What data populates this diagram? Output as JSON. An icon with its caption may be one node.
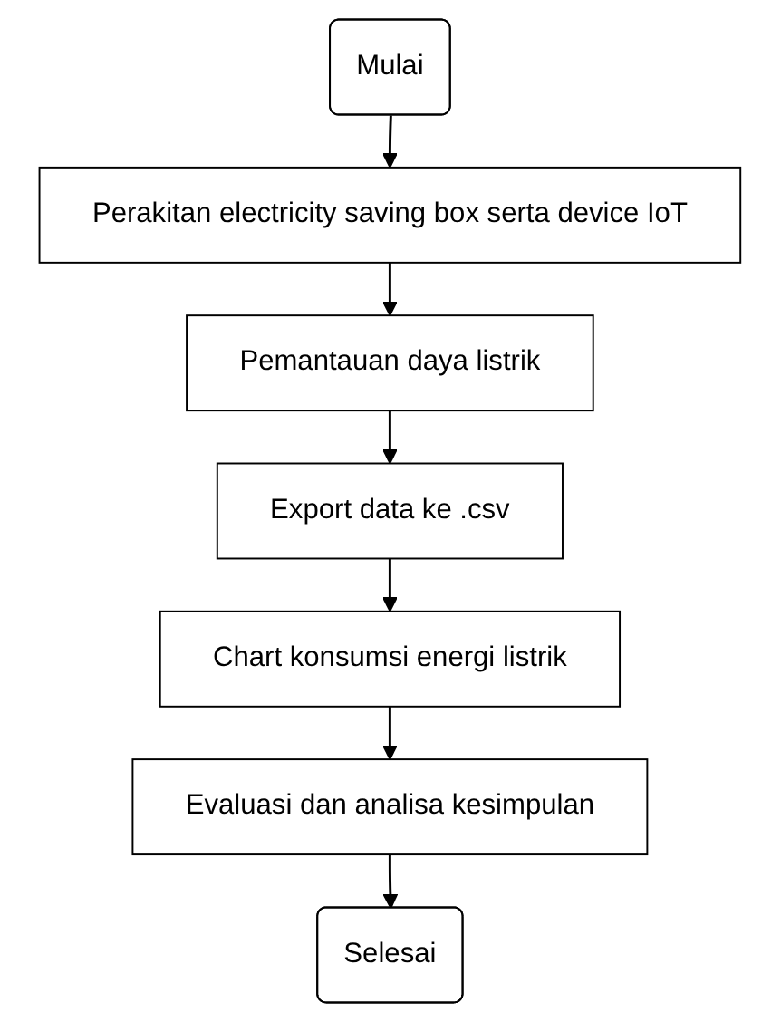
{
  "diagram": {
    "nodes": [
      {
        "text": [
          "Mulai"
        ]
      },
      {
        "text": [
          "Perakitan electricity saving box serta device IoT"
        ]
      },
      {
        "text": [
          "Pemantauan daya listrik"
        ]
      },
      {
        "text": [
          "Export data ke .csv"
        ]
      },
      {
        "text": [
          "Chart konsumsi energi listrik"
        ]
      },
      {
        "text": [
          "Evaluasi dan analisa kesimpulan"
        ]
      },
      {
        "text": [
          "Selesai"
        ]
      }
    ],
    "edges": [
      {
        "from": 0,
        "to": 1,
        "arrow": "to"
      },
      {
        "from": 1,
        "to": 2,
        "arrow": "to"
      },
      {
        "from": 2,
        "to": 3,
        "arrow": "to"
      },
      {
        "from": 3,
        "to": 4,
        "arrow": "to"
      },
      {
        "from": 4,
        "to": 5,
        "arrow": "to"
      },
      {
        "from": 5,
        "to": 6,
        "arrow": "to"
      }
    ]
  }
}
